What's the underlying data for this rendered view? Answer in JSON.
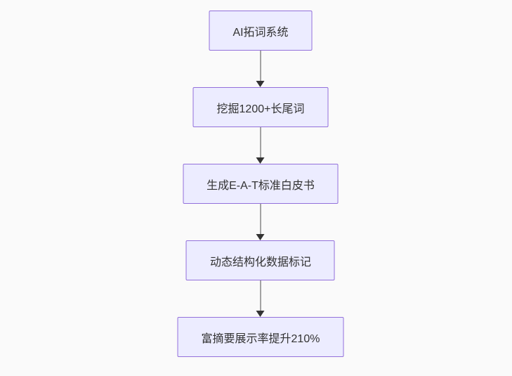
{
  "diagram": {
    "type": "flowchart-vertical",
    "background": "#fafafa",
    "nodes": [
      {
        "id": "n1",
        "label": "AI拓词系统"
      },
      {
        "id": "n2",
        "label": "挖掘1200+长尾词"
      },
      {
        "id": "n3",
        "label": "生成E-A-T标准白皮书"
      },
      {
        "id": "n4",
        "label": "动态结构化数据标记"
      },
      {
        "id": "n5",
        "label": "富摘要展示率提升210%"
      }
    ],
    "edges": [
      {
        "from": "n1",
        "to": "n2"
      },
      {
        "from": "n2",
        "to": "n3"
      },
      {
        "from": "n3",
        "to": "n4"
      },
      {
        "from": "n4",
        "to": "n5"
      }
    ],
    "style": {
      "node_fill": "#ECECFF",
      "node_border": "#9370DB",
      "text_color": "#333333",
      "arrow_color": "#333333"
    }
  }
}
